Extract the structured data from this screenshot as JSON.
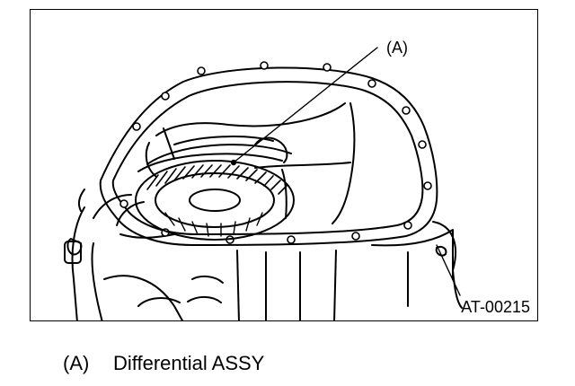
{
  "figure": {
    "callout": "(A)",
    "code": "AT-00215"
  },
  "legend": [
    {
      "key": "(A)",
      "text": "Differential ASSY"
    }
  ]
}
